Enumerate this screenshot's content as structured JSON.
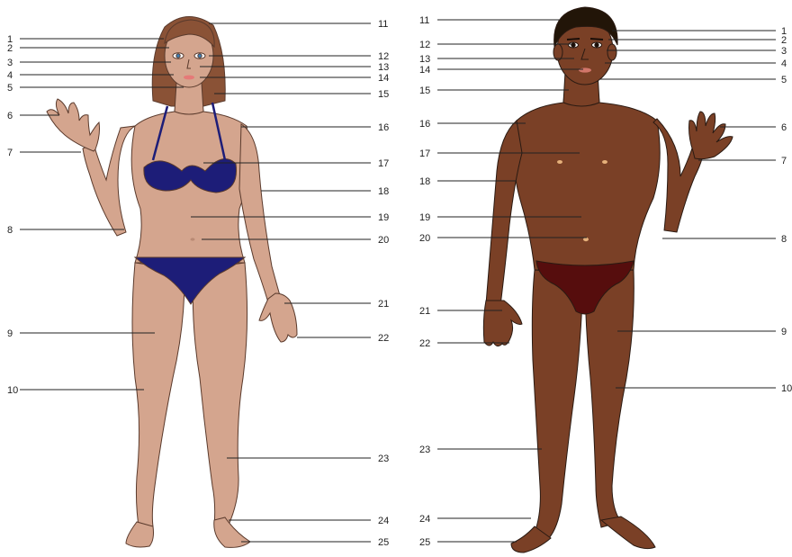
{
  "female": {
    "left_labels": [
      "1",
      "2",
      "3",
      "4",
      "5",
      "6",
      "7",
      "8",
      "9",
      "10"
    ],
    "right_labels": [
      "11",
      "12",
      "13",
      "14",
      "15",
      "16",
      "17",
      "18",
      "19",
      "20",
      "21",
      "22",
      "23",
      "24",
      "25"
    ]
  },
  "male": {
    "left_labels": [
      "11",
      "12",
      "13",
      "14",
      "15",
      "16",
      "17",
      "18",
      "19",
      "20",
      "21",
      "22",
      "23",
      "24",
      "25"
    ],
    "right_labels": [
      "1",
      "2",
      "3",
      "4",
      "5",
      "6",
      "7",
      "8",
      "9",
      "10"
    ]
  },
  "colors": {
    "female_skin": "#d4a58e",
    "female_hair": "#8a5236",
    "female_swimsuit": "#1d1d78",
    "male_skin": "#7a4026",
    "male_hair": "#221508",
    "male_swimsuit": "#560d0d",
    "outline": "#2a1a12",
    "leader_lines": "#222222"
  }
}
